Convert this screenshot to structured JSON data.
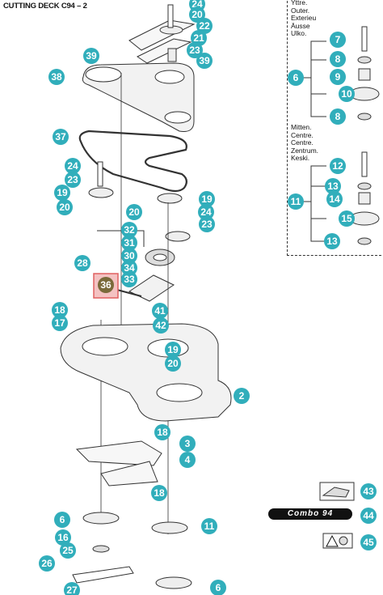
{
  "title": "CUTTING DECK C94 – 2",
  "outer_label_lines": [
    "Yttre.",
    "Outer.",
    "Exterieu",
    "Äusse",
    "Ulko."
  ],
  "center_label_lines": [
    "Mitten.",
    "Centre.",
    "Centre.",
    "Zentrum.",
    "Keski."
  ],
  "decal_text": "Combo 94",
  "colors": {
    "callout": "#31aebb",
    "highlight": "#e06060",
    "line": "#333333",
    "part_fill": "#f2f2f2"
  },
  "callouts": [
    {
      "n": "24"
    },
    {
      "n": "20"
    },
    {
      "n": "22"
    },
    {
      "n": "21"
    },
    {
      "n": "23"
    },
    {
      "n": "39"
    },
    {
      "n": "39"
    },
    {
      "n": "38"
    },
    {
      "n": "37"
    },
    {
      "n": "24"
    },
    {
      "n": "23"
    },
    {
      "n": "19"
    },
    {
      "n": "20"
    },
    {
      "n": "19"
    },
    {
      "n": "20"
    },
    {
      "n": "24"
    },
    {
      "n": "23"
    },
    {
      "n": "32"
    },
    {
      "n": "31"
    },
    {
      "n": "30"
    },
    {
      "n": "28"
    },
    {
      "n": "34"
    },
    {
      "n": "33"
    },
    {
      "n": "36"
    },
    {
      "n": "41"
    },
    {
      "n": "18"
    },
    {
      "n": "17"
    },
    {
      "n": "42"
    },
    {
      "n": "2"
    },
    {
      "n": "19"
    },
    {
      "n": "20"
    },
    {
      "n": "18"
    },
    {
      "n": "3"
    },
    {
      "n": "4"
    },
    {
      "n": "18"
    },
    {
      "n": "6"
    },
    {
      "n": "11"
    },
    {
      "n": "16"
    },
    {
      "n": "25"
    },
    {
      "n": "26"
    },
    {
      "n": "6"
    },
    {
      "n": "27"
    },
    {
      "n": "7"
    },
    {
      "n": "8"
    },
    {
      "n": "6"
    },
    {
      "n": "9"
    },
    {
      "n": "10"
    },
    {
      "n": "8"
    },
    {
      "n": "12"
    },
    {
      "n": "13"
    },
    {
      "n": "11"
    },
    {
      "n": "14"
    },
    {
      "n": "15"
    },
    {
      "n": "13"
    },
    {
      "n": "43"
    },
    {
      "n": "44"
    },
    {
      "n": "45"
    }
  ]
}
